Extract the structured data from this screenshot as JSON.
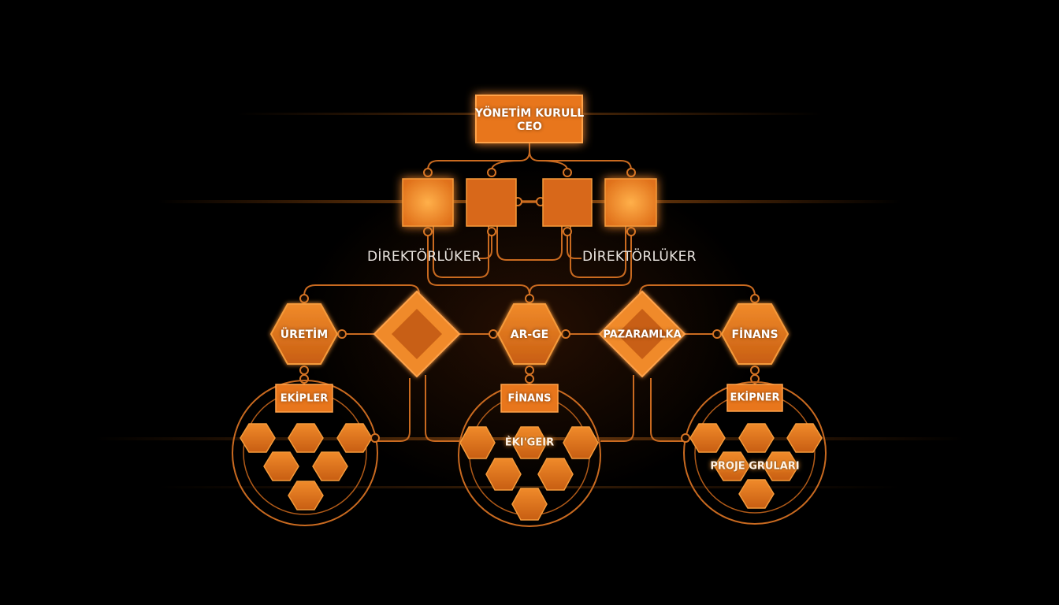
{
  "diagram": {
    "type": "organizational-chart",
    "theme": {
      "background": "#000000",
      "accent": "#E8761C",
      "accent_light": "#F59A3A",
      "line": "#C96A20",
      "glow": "#FF8A1A",
      "text": "#FFFFFF",
      "label_text": "#E9E4DF"
    },
    "root": {
      "line1": "YÖNETİM KURULL",
      "line2": "CEO"
    },
    "directorates_label_left": "DİREKTÖRLÜKER",
    "directorates_label_right": "DİREKTÖRLÜKER",
    "directorate_boxes": 4,
    "departments": [
      {
        "label": "ÜRETİM",
        "shape": "hexagon"
      },
      {
        "label": "",
        "shape": "diamond"
      },
      {
        "label": "AR-GE",
        "shape": "hexagon"
      },
      {
        "label": "PAZARAMLKA",
        "shape": "diamond"
      },
      {
        "label": "FİNANS",
        "shape": "hexagon"
      }
    ],
    "clusters": [
      {
        "header": "EKİPLER",
        "overlay": "",
        "hex_count": 6
      },
      {
        "header": "FİNANS",
        "overlay": "ЀKI'GEIR",
        "hex_count": 6
      },
      {
        "header": "EKİPNER",
        "overlay": "PROJE GRULARI",
        "hex_count": 6
      }
    ]
  }
}
